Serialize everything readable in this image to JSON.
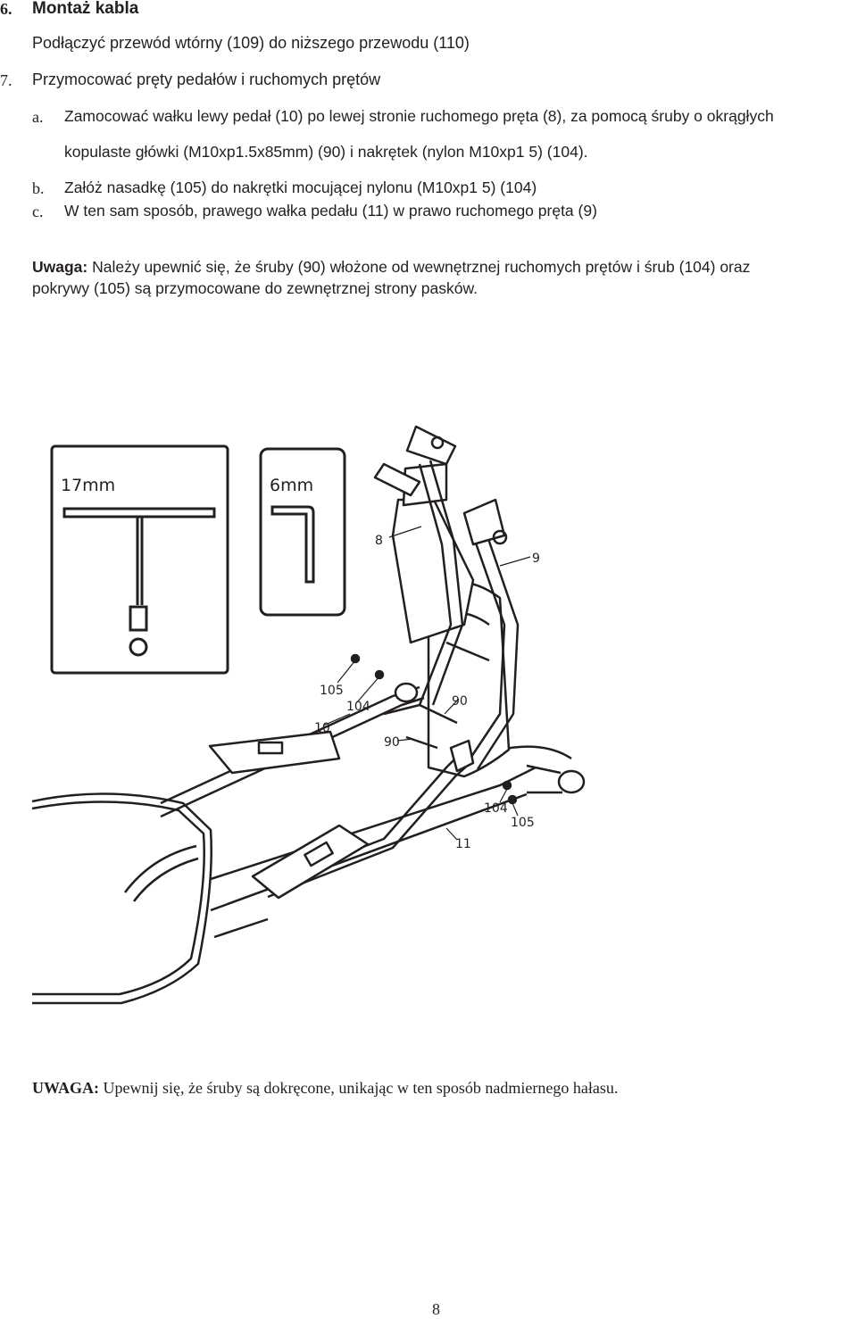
{
  "section6": {
    "number": "6.",
    "title": "Montaż kabla",
    "text": "Podłączyć przewód wtórny (109) do niższego przewodu (110)"
  },
  "section7": {
    "number": "7.",
    "title": "Przymocować pręty pedałów i ruchomych prętów",
    "steps": [
      {
        "marker": "a.",
        "line1": "Zamocować wałku lewy pedał (10) po lewej stronie ruchomego pręta (8), za pomocą śruby o okrągłych",
        "line2": "kopulaste główki (M10xp1.5x85mm) (90) i nakrętek (nylon M10xp1 5) (104)."
      },
      {
        "marker": "b.",
        "line1": "Załóż nasadkę (105) do nakrętki mocującej nylonu (M10xp1 5) (104)"
      },
      {
        "marker": "c.",
        "line1": "W ten sam sposób, prawego wałka pedału (11) w prawo ruchomego pręta (9)"
      }
    ]
  },
  "note": {
    "label": "Uwaga:",
    "line1": " Należy upewnić się, że śruby (90) włożone od wewnętrznej ruchomych prętów i śrub (104) oraz",
    "line2": "pokrywy (105) są przymocowane do zewnętrznej strony pasków."
  },
  "figure": {
    "tool1_label": "17mm",
    "tool2_label": "6mm",
    "callouts": {
      "c8": "8",
      "c9": "9",
      "c105a": "105",
      "c104a": "104",
      "c90a": "90",
      "c10": "10",
      "c90b": "90",
      "c104b": "104",
      "c105b": "105",
      "c11": "11"
    }
  },
  "warning": {
    "label": "UWAGA:",
    "text": " Upewnij się, że śruby są dokręcone, unikając w ten sposób nadmiernego hałasu."
  },
  "page_number": "8"
}
